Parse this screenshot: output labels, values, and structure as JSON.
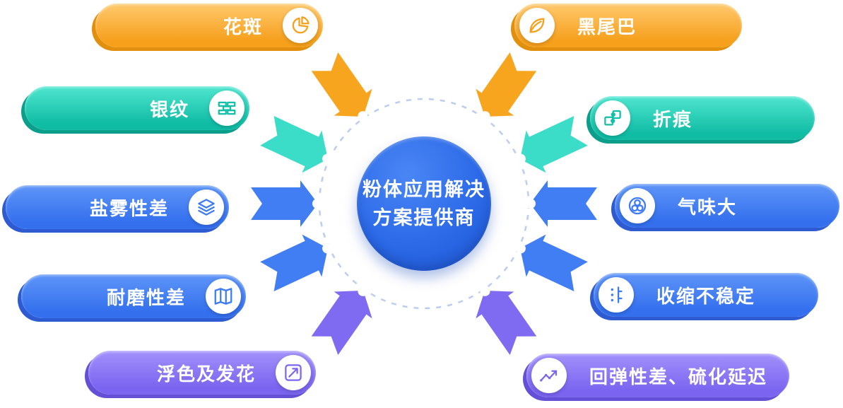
{
  "center": {
    "title_line1": "粉体应用解决",
    "title_line2": "方案提供商"
  },
  "nodes": [
    {
      "label": "花斑",
      "icon": "pie-chart-icon",
      "group": "orange",
      "side": "left"
    },
    {
      "label": "黑尾巴",
      "icon": "leaf-icon",
      "group": "orange",
      "side": "right"
    },
    {
      "label": "银纹",
      "icon": "bricks-icon",
      "group": "teal",
      "side": "left"
    },
    {
      "label": "折痕",
      "icon": "puzzle-icon",
      "group": "teal",
      "side": "right"
    },
    {
      "label": "盐雾性差",
      "icon": "layers-icon",
      "group": "blue",
      "side": "left"
    },
    {
      "label": "气味大",
      "icon": "aroma-icon",
      "group": "blue",
      "side": "right"
    },
    {
      "label": "耐磨性差",
      "icon": "map-icon",
      "group": "blue",
      "side": "left"
    },
    {
      "label": "收缩不稳定",
      "icon": "shrink-icon",
      "group": "blue",
      "side": "right"
    },
    {
      "label": "浮色及发花",
      "icon": "trend-arrow-icon",
      "group": "purple",
      "side": "left"
    },
    {
      "label": "回弹性差、硫化延迟",
      "icon": "line-chart-icon",
      "group": "purple",
      "side": "right"
    }
  ],
  "palette": {
    "orange": "#F6A01C",
    "teal": "#12BFA7",
    "blue": "#3D7BF5",
    "purple": "#7C66F0",
    "center_blue": "#2C6AE8",
    "dashed_ring": "#BCCDF2"
  }
}
